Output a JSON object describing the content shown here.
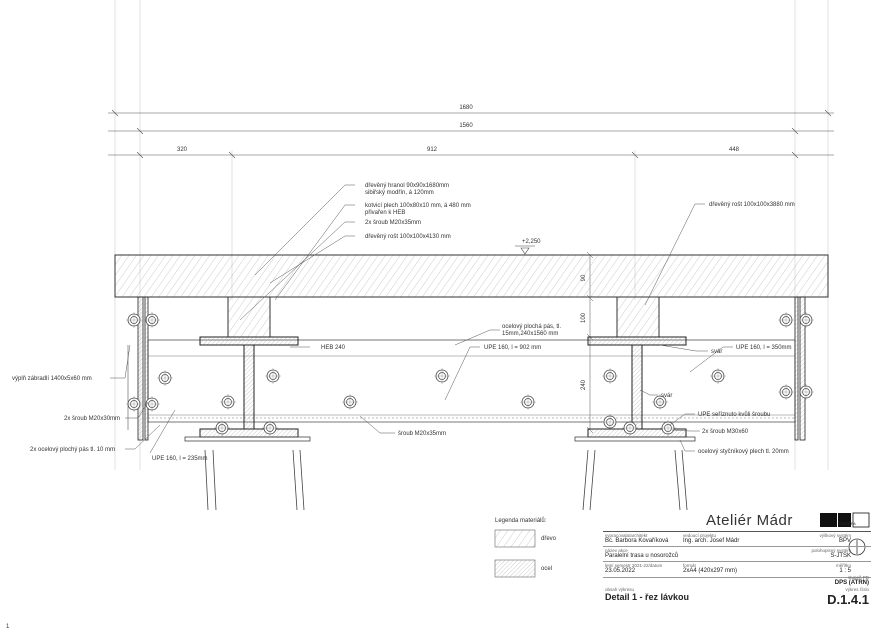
{
  "dimensions": {
    "overall": "1680",
    "inner": "1560",
    "left": "320",
    "middle": "912",
    "right": "448",
    "beam_height": "90",
    "post_height": "100",
    "upe_height": "240"
  },
  "level_mark": "+2,250",
  "labels": {
    "timber_beam_1": "dřevěný hranol 90x90x1680mm",
    "timber_beam_2": "sibiřský modřín, á 120mm",
    "anchor_1": "kotvicí plech 100x80x10 mm, á 480 mm",
    "anchor_2": "přivařen k HEB",
    "bolt_m20x35_top": "2x šroub M20x35mm",
    "grid_left": "dřevěný rošt 100x100x4130 mm",
    "grid_right": "dřevěný rošt 100x100x3880 mm",
    "flat_bar_1": "ocelový plochá pás, tl.",
    "flat_bar_2": "15mm,240x1560 mm",
    "heb": "HEB 240",
    "upe_902": "UPE 160, l = 902 mm",
    "weld_1": "svár",
    "upe_350": "UPE 160, l = 350mm",
    "railing": "výplň zábradlí 1400x5x60 mm",
    "weld_2": "svár",
    "bolt_m20x30": "2x šroub M20x30mm",
    "upe_cut": "UPE seříznuto kvůli šroubu",
    "flat_plate_10": "2x ocelový plochý pás tl. 10 mm",
    "bolt_m20x35_bottom": "šroub M20x35mm",
    "bolt_m30x60": "2x šroub M30x60",
    "upe_235": "UPE 160, l = 235mm",
    "joint_plate": "ocelový styčníkový plech tl. 20mm"
  },
  "legend": {
    "title": "Legenda materiálů:",
    "wood": "dřevo",
    "steel": "ocel"
  },
  "title_block": {
    "studio": "Ateliér Mádr",
    "logo_1": "ČVUT FA",
    "author_label": "vypracovala/architekt",
    "author": "Bc. Barbora Kovaříková",
    "lead_label": "vedoucí projektu",
    "lead": "Ing. arch. Josef Mádr",
    "height_system_label": "výškový systém",
    "height_system": "BPV",
    "action_label": "název akce",
    "action": "Paralelní trasa u nosorožců",
    "coord_system_label": "polohopisný systém",
    "coord_system": "S-JTSK",
    "semester_label": "letní semestr 2021-22/datum",
    "date": "23.05.2022",
    "format_label": "formát",
    "format": "2xA4 (420x297 mm)",
    "scale_label": "měřítko",
    "scale": "1 : 5",
    "stage_label": "stupeň PD",
    "stage": "DPS (ATRN)",
    "content_label": "obsah výkresu",
    "content": "Detail 1 - řez lávkou",
    "sheet_label": "výkres číslo",
    "sheet": "D.1.4.1"
  },
  "page_number": "1"
}
